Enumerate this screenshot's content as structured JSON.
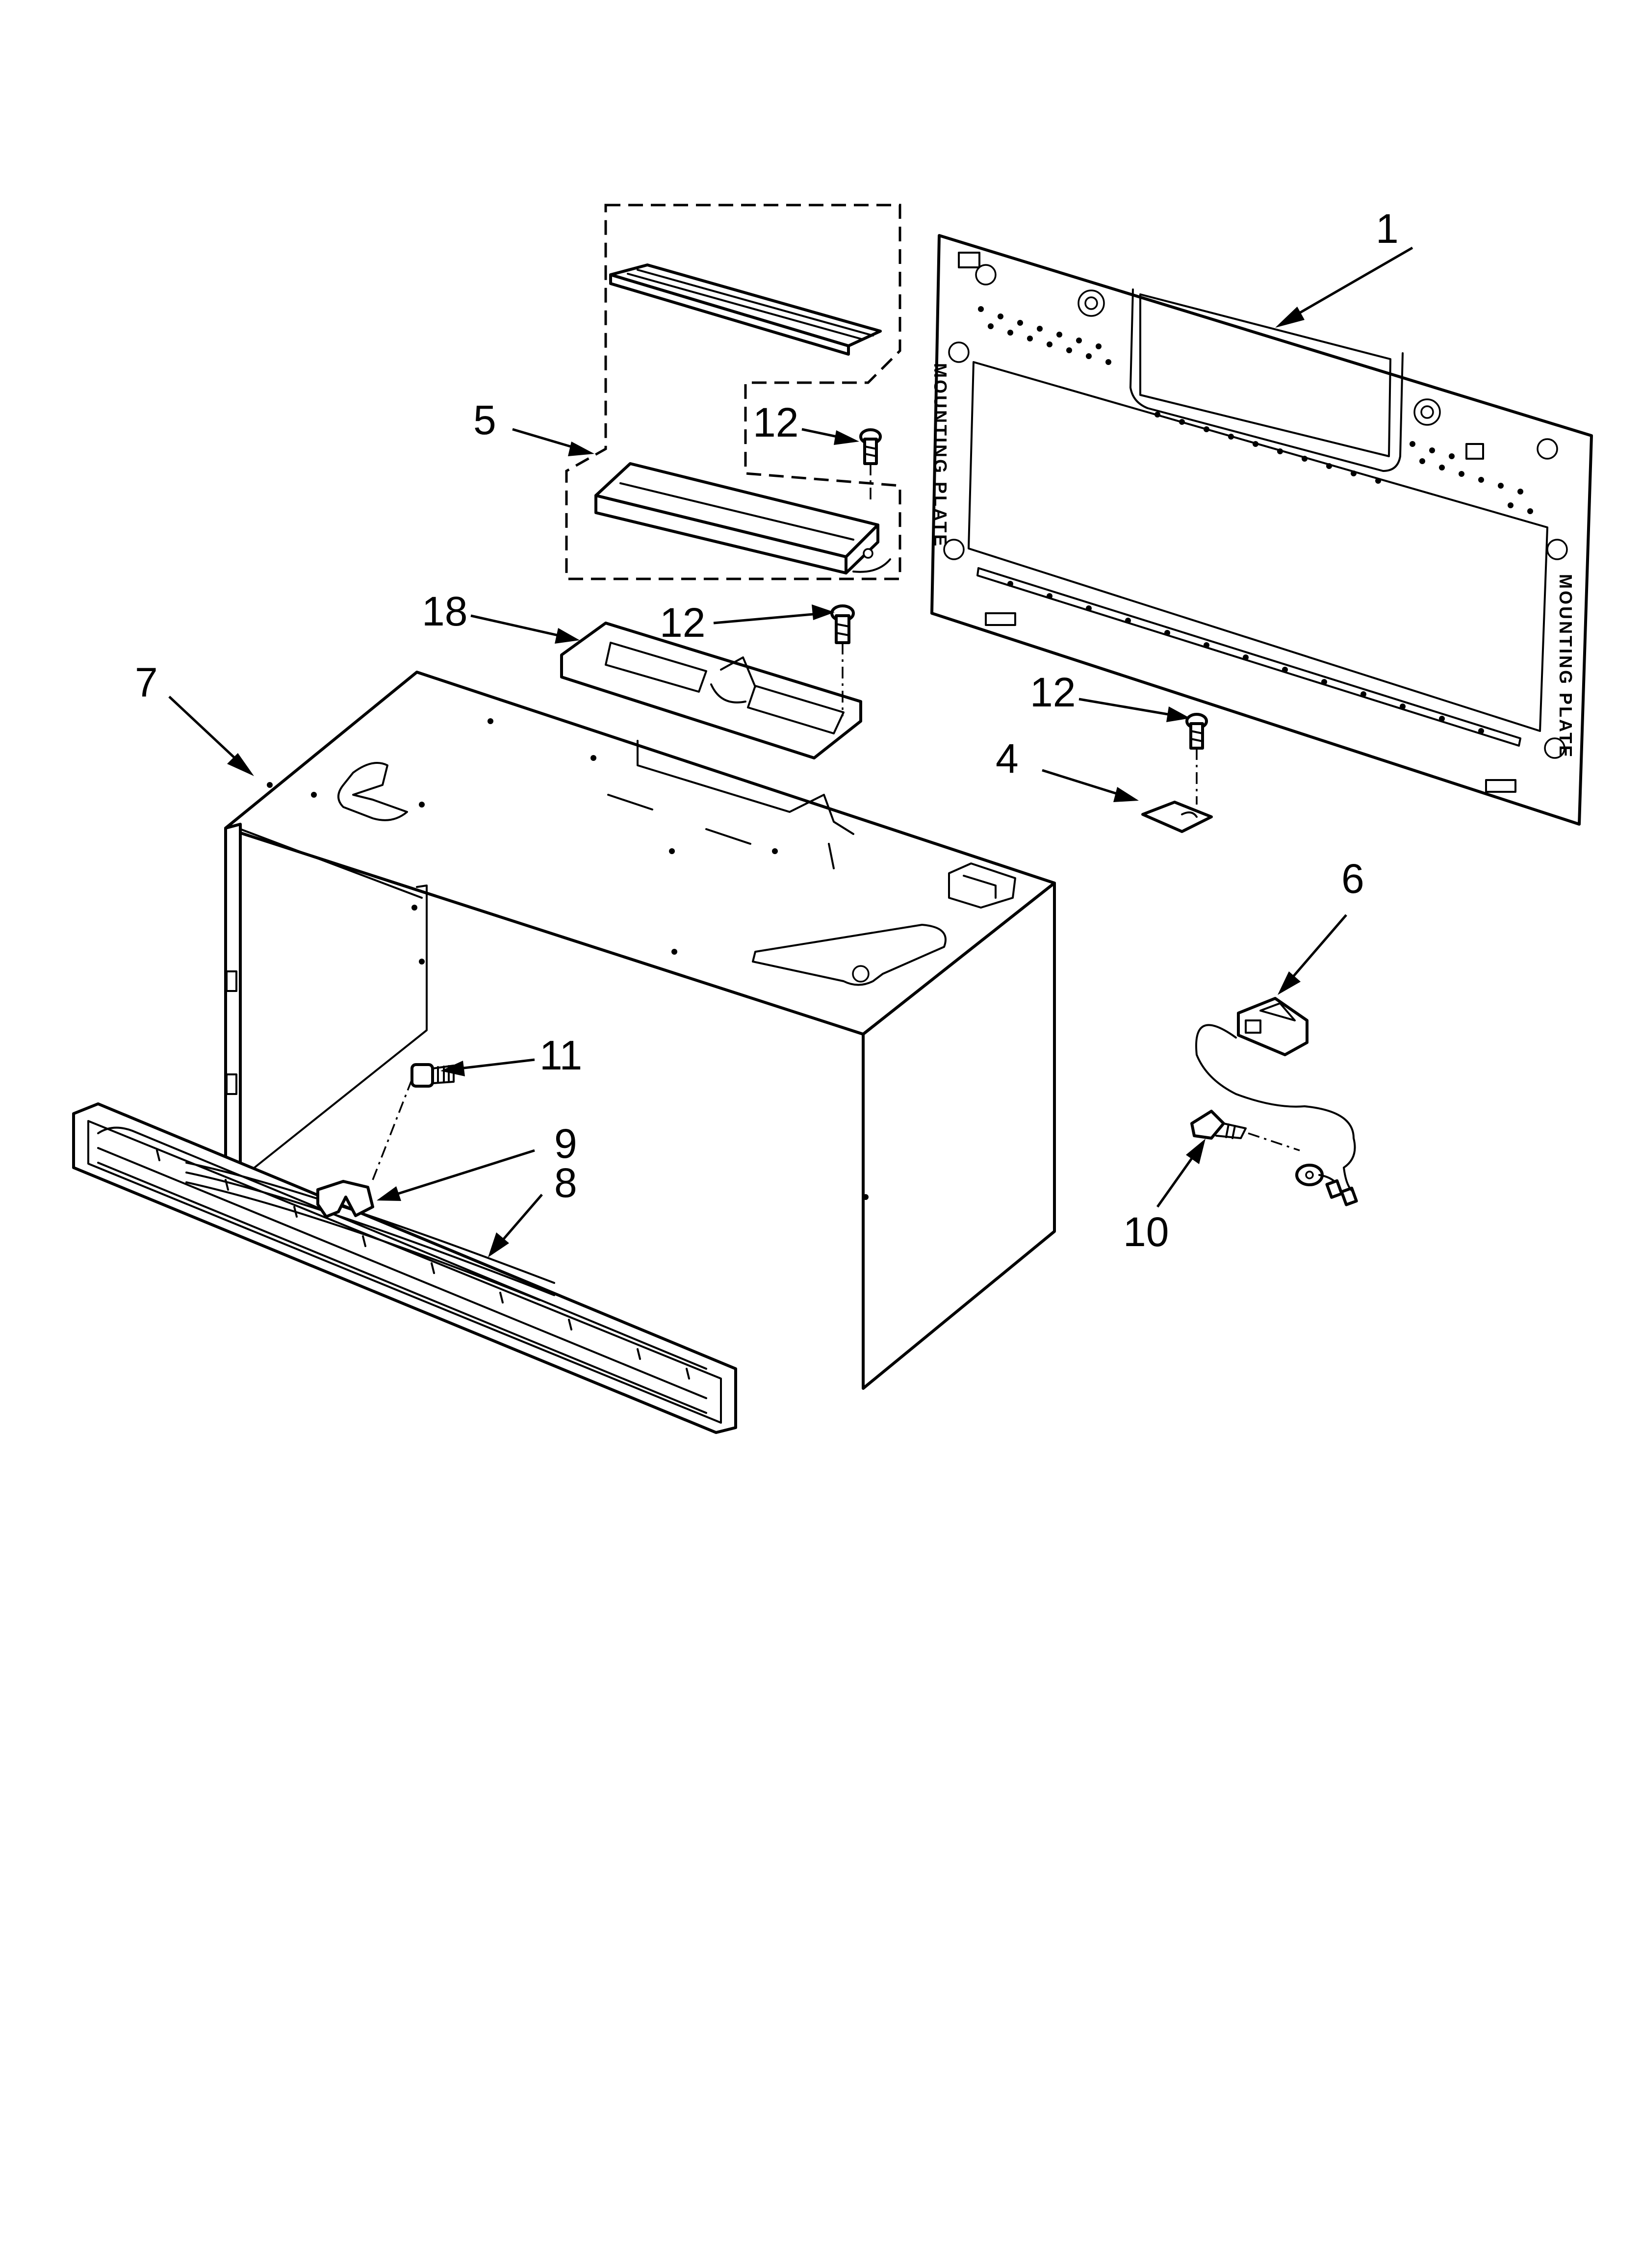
{
  "callouts": {
    "c1": "1",
    "c4": "4",
    "c5": "5",
    "c6": "6",
    "c7": "7",
    "c8": "8",
    "c9": "9",
    "c10": "10",
    "c11": "11",
    "c12a": "12",
    "c12b": "12",
    "c12c": "12",
    "c18": "18"
  },
  "plate_stamp": {
    "left": "MOUNTING PLATE",
    "right": "MOUNTING PLATE"
  }
}
